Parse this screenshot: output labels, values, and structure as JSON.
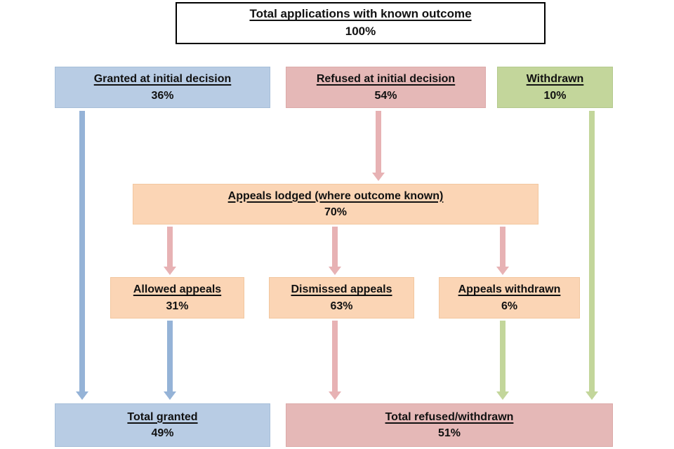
{
  "title": "Total applications with known outcome flowchart",
  "colors": {
    "blue_fill": "#b8cce4",
    "pink_fill": "#e5b8b7",
    "green_fill": "#c3d69b",
    "orange_fill": "#fbd5b5",
    "blue_arrow": "#95b3d7",
    "pink_arrow": "#e7b2b4",
    "green_arrow": "#c3d69b"
  },
  "nodes": {
    "total": {
      "label": "Total applications with known outcome",
      "value": "100%"
    },
    "granted": {
      "label": "Granted at initial decision",
      "value": "36%"
    },
    "refused": {
      "label": "Refused at initial decision",
      "value": "54%"
    },
    "withdrawn": {
      "label": "Withdrawn",
      "value": "10%"
    },
    "appeals": {
      "label": "Appeals lodged (where outcome known)",
      "value": "70%"
    },
    "allowed": {
      "label": "Allowed appeals",
      "value": "31%"
    },
    "dismissed": {
      "label": "Dismissed appeals",
      "value": "63%"
    },
    "appeals_withdrawn": {
      "label": "Appeals withdrawn",
      "value": "6%"
    },
    "total_granted": {
      "label": "Total granted",
      "value": "49%"
    },
    "total_refused": {
      "label": "Total refused/withdrawn",
      "value": "51%"
    }
  },
  "edges": [
    {
      "from": "granted",
      "to": "total_granted",
      "color": "blue"
    },
    {
      "from": "refused",
      "to": "appeals",
      "color": "pink"
    },
    {
      "from": "withdrawn",
      "to": "total_refused",
      "color": "green"
    },
    {
      "from": "appeals",
      "to": "allowed",
      "color": "pink"
    },
    {
      "from": "appeals",
      "to": "dismissed",
      "color": "pink"
    },
    {
      "from": "appeals",
      "to": "appeals_withdrawn",
      "color": "pink"
    },
    {
      "from": "allowed",
      "to": "total_granted",
      "color": "blue"
    },
    {
      "from": "dismissed",
      "to": "total_refused",
      "color": "pink"
    },
    {
      "from": "appeals_withdrawn",
      "to": "total_refused",
      "color": "green"
    }
  ]
}
